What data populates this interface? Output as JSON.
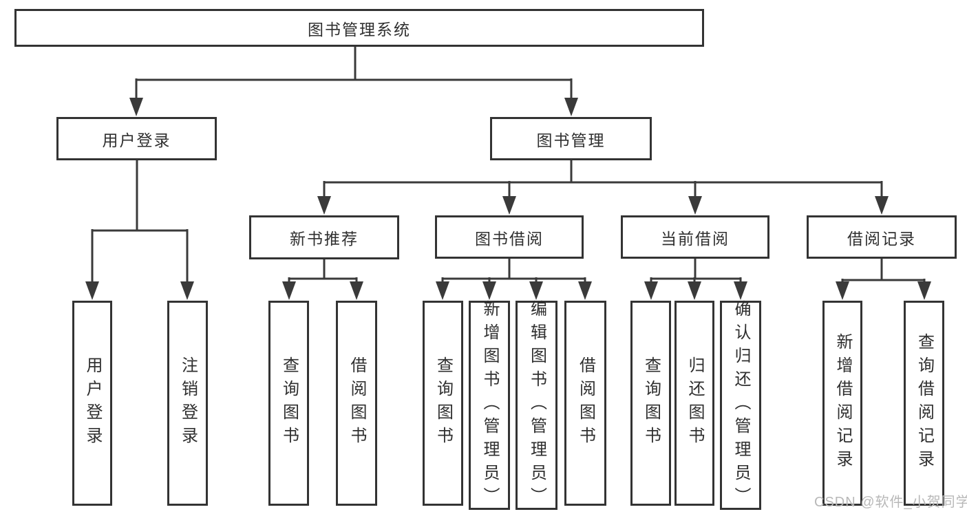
{
  "tree": {
    "label": "图书管理系统",
    "children": [
      {
        "label": "用户登录",
        "children": [
          {
            "label": "用户登录"
          },
          {
            "label": "注销登录"
          }
        ]
      },
      {
        "label": "图书管理",
        "children": [
          {
            "label": "新书推荐",
            "children": [
              {
                "label": "查询图书"
              },
              {
                "label": "借阅图书"
              }
            ]
          },
          {
            "label": "图书借阅",
            "children": [
              {
                "label": "查询图书"
              },
              {
                "label": "新增图书（管理员）"
              },
              {
                "label": "编辑图书（管理员）"
              },
              {
                "label": "借阅图书"
              }
            ]
          },
          {
            "label": "当前借阅",
            "children": [
              {
                "label": "查询图书"
              },
              {
                "label": "归还图书"
              },
              {
                "label": "确认归还（管理员）"
              }
            ]
          },
          {
            "label": "借阅记录",
            "children": [
              {
                "label": "新增借阅记录"
              },
              {
                "label": "查询借阅记录"
              }
            ]
          }
        ]
      }
    ]
  },
  "watermark": {
    "text": "CSDN @软件_小贺同学"
  },
  "colors": {
    "line": "#3a3a3a",
    "box_border": "#333333",
    "text": "#2f2f2f",
    "watermark": "#b8b8b8",
    "background": "#ffffff"
  }
}
